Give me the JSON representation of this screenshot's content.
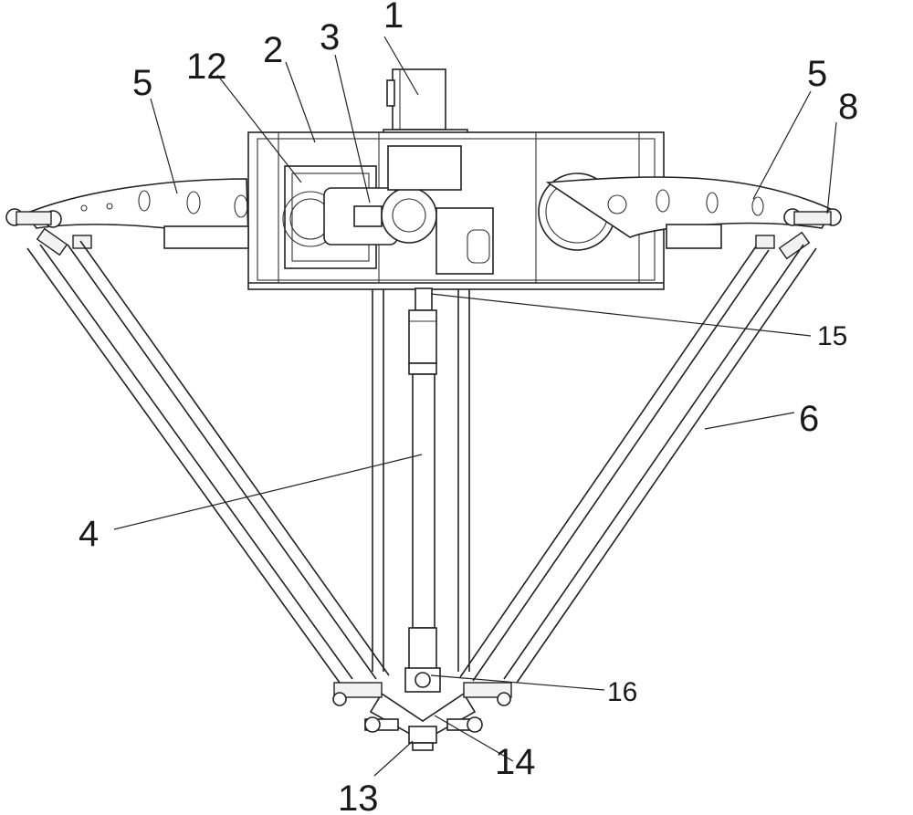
{
  "diagram": {
    "labels": {
      "l1": "1",
      "l2": "2",
      "l3": "3",
      "l4": "4",
      "l5_left": "5",
      "l5_right": "5",
      "l6": "6",
      "l8": "8",
      "l12": "12",
      "l13": "13",
      "l14": "14",
      "l15": "15",
      "l16": "16"
    },
    "colors": {
      "line": "#222222",
      "background": "#ffffff"
    }
  }
}
